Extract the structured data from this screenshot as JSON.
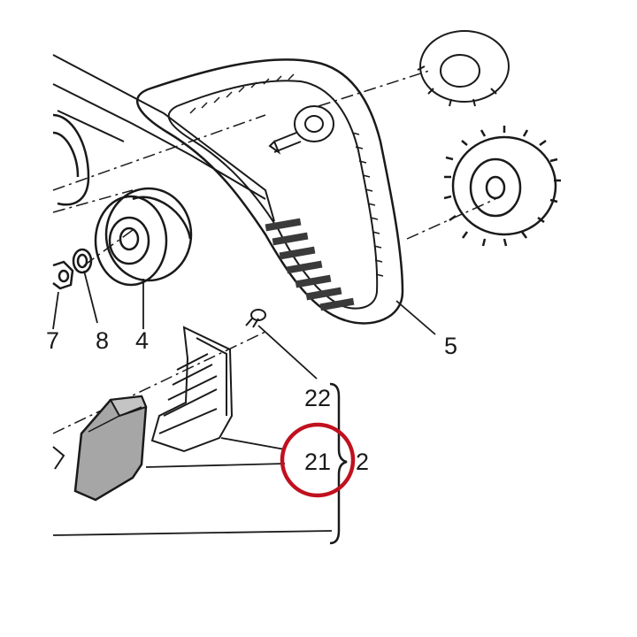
{
  "diagram": {
    "callouts": {
      "part_7": "7",
      "part_8": "8",
      "part_4": "4",
      "part_5": "5",
      "part_22": "22",
      "part_21": "21",
      "part_2": "2"
    },
    "highlight": {
      "target": "21",
      "color": "#c0111f"
    },
    "colors": {
      "line": "#1a1a1a",
      "cover_shade": "#a6a6a6",
      "belt_teeth": "#3a3a3a"
    }
  }
}
